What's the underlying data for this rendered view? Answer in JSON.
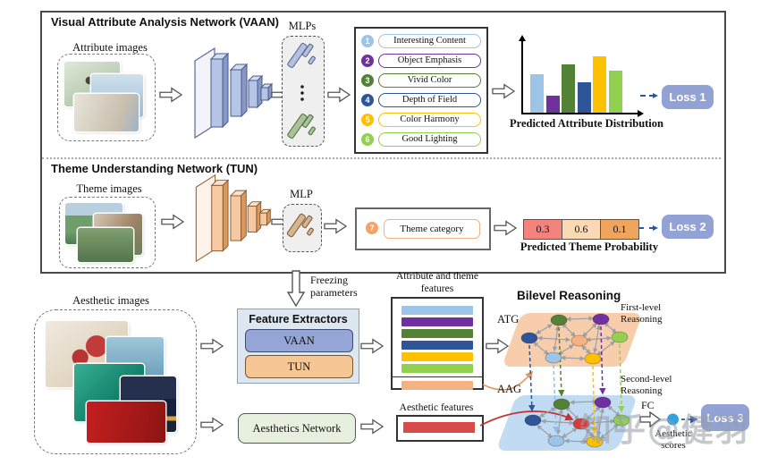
{
  "vaan": {
    "title": "Visual Attribute Analysis Network (VAAN)",
    "images_label": "Attribute images",
    "mlps_label": "MLPs",
    "attributes": [
      {
        "num": "1",
        "label": "Interesting Content",
        "color": "#9dc3e6"
      },
      {
        "num": "2",
        "label": "Object Emphasis",
        "color": "#7030a0"
      },
      {
        "num": "3",
        "label": "Vivid Color",
        "color": "#538135"
      },
      {
        "num": "4",
        "label": "Depth of Field",
        "color": "#2e5597"
      },
      {
        "num": "5",
        "label": "Color Harmony",
        "color": "#ffc000"
      },
      {
        "num": "6",
        "label": "Good Lighting",
        "color": "#92d050"
      }
    ],
    "loss_label": "Loss 1"
  },
  "chart_data": {
    "type": "bar",
    "title": "Predicted Attribute Distribution",
    "categories": [
      "Interesting Content",
      "Object Emphasis",
      "Vivid Color",
      "Depth of Field",
      "Color Harmony",
      "Good Lighting"
    ],
    "values": [
      0.56,
      0.25,
      0.71,
      0.45,
      0.83,
      0.62
    ],
    "colors": [
      "#9dc3e6",
      "#7030a0",
      "#538135",
      "#2e5597",
      "#ffc000",
      "#92d050"
    ],
    "ylim": [
      0,
      1
    ],
    "xlabel": "",
    "ylabel": "",
    "grid": false,
    "legend": false
  },
  "tun": {
    "title": "Theme Understanding Network (TUN)",
    "images_label": "Theme images",
    "mlp_label": "MLP",
    "category_num": "7",
    "category_label": "Theme category",
    "category_color": "#f4a368",
    "probabilities": [
      "0.3",
      "0.6",
      "0.1"
    ],
    "prob_colors": [
      "#f4837d",
      "#fcd9b5",
      "#f0a55f"
    ],
    "prob_title": "Predicted Theme Probability",
    "loss_label": "Loss 2"
  },
  "fusion": {
    "freezing_label": "Freezing parameters",
    "aesthetic_images_label": "Aesthetic images",
    "feature_extractors_title": "Feature Extractors",
    "fe_vaan": "VAAN",
    "fe_tun": "TUN",
    "aesthetics_network_label": "Aesthetics Network",
    "attr_theme_features_label": "Attribute and theme features",
    "aesthetic_features_label": "Aesthetic features",
    "feature_bar_colors": [
      "#9dc3e6",
      "#7030a0",
      "#538135",
      "#2e5597",
      "#ffc000",
      "#92d050",
      "#f4b183"
    ],
    "aesthetic_feature_color": "#d94b4b",
    "bilevel_title": "Bilevel Reasoning",
    "atg_label": "ATG",
    "aag_label": "AAG",
    "first_level_label": "First-level Reasoning",
    "second_level_label": "Second-level Reasoning",
    "fc_label": "FC",
    "aesthetic_scores_label": "Aesthetic scores",
    "loss_label": "Loss 3"
  },
  "palette": {
    "loss_button": "#93a2d4",
    "atg_blob": "#f5c6a0",
    "aag_blob": "#a8cdec",
    "cnn_blue": "#b6c4e6",
    "cnn_orange": "#f6c9a2"
  },
  "watermark": "知乎@健羽"
}
